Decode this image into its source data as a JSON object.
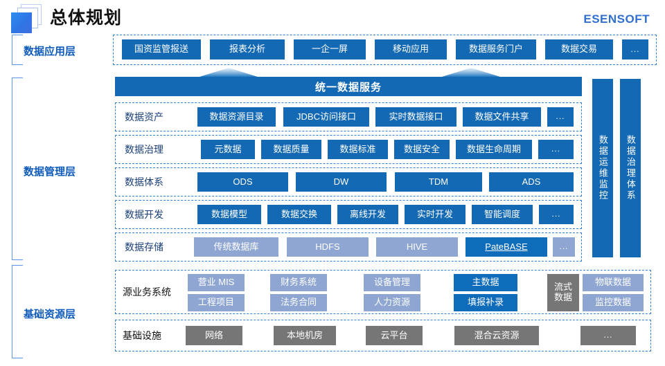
{
  "header": {
    "title": "总体规划",
    "brand": "ESENSOFT",
    "logo_icon": "stacked-squares-logo-icon"
  },
  "layers": [
    {
      "id": "application",
      "label": "数据应用层"
    },
    {
      "id": "management",
      "label": "数据管理层"
    },
    {
      "id": "resource",
      "label": "基础资源层"
    }
  ],
  "application_layer": {
    "items": [
      "国资监管报送",
      "报表分析",
      "一企一屏",
      "移动应用",
      "数据服务门户",
      "数据交易",
      "..."
    ]
  },
  "unified_service": {
    "title": "统一数据服务"
  },
  "side_bars": [
    {
      "label": "数据运维监控"
    },
    {
      "label": "数据治理体系"
    }
  ],
  "management_layer": {
    "rows": [
      {
        "label": "数据资产",
        "items": [
          "数据资源目录",
          "JDBC访问接口",
          "实时数据接口",
          "数据文件共享",
          "..."
        ]
      },
      {
        "label": "数据治理",
        "items": [
          "元数据",
          "数据质量",
          "数据标准",
          "数据安全",
          "数据生命周期",
          "..."
        ]
      },
      {
        "label": "数据体系",
        "items": [
          "ODS",
          "DW",
          "TDM",
          "ADS"
        ]
      },
      {
        "label": "数据开发",
        "items": [
          "数据模型",
          "数据交换",
          "离线开发",
          "实时开发",
          "智能调度",
          "..."
        ]
      },
      {
        "label": "数据存储",
        "items": [
          "传统数据库",
          "HDFS",
          "HIVE",
          "PateBASE",
          "..."
        ]
      }
    ]
  },
  "resource_layer": {
    "source_systems": {
      "label": "源业务系统",
      "row_top": [
        "营业 MIS",
        "财务系统",
        "设备管理",
        "主数据"
      ],
      "row_bottom": [
        "工程项目",
        "法务合同",
        "人力资源",
        "填报补录"
      ],
      "stream_label": "流式\n数据",
      "stream_label_line1": "流式",
      "stream_label_line2": "数据",
      "iot_top": "物联数据",
      "iot_bottom": "监控数据"
    },
    "infrastructure": {
      "label": "基础设施",
      "items": [
        "网络",
        "本地机房",
        "云平台",
        "混合云资源",
        "..."
      ]
    }
  },
  "colors": {
    "primary_blue": "#1469b4",
    "light_blue": "#8fa6d2",
    "gray": "#767676",
    "brand_blue": "#2f6fd0",
    "dash_blue": "#2f7fd8",
    "label_blue": "#0e5bbb"
  }
}
